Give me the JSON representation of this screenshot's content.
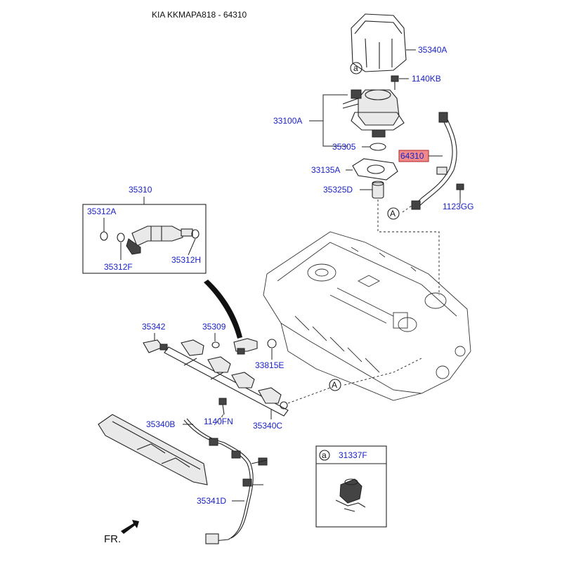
{
  "header": {
    "title": "KIA KKMAPA818 - 64310"
  },
  "callouts": {
    "c35340A": "35340A",
    "c1140KB": "1140KB",
    "c33100A": "33100A",
    "c35305": "35305",
    "c64310": "64310",
    "c33135A": "33135A",
    "c35325D": "35325D",
    "c1123GG": "1123GG",
    "c35310": "35310",
    "c35312A": "35312A",
    "c35312F": "35312F",
    "c35312H": "35312H",
    "c35342": "35342",
    "c35309": "35309",
    "c33815E": "33815E",
    "c1140FN": "1140FN",
    "c35340B": "35340B",
    "c35340C": "35340C",
    "c35341D": "35341D",
    "c31337F": "31337F"
  },
  "markers": {
    "a_top": "a",
    "a_inset": "a",
    "A_right": "A",
    "A_left": "A"
  },
  "front_label": "FR.",
  "colors": {
    "callout_text": "#1a22c8",
    "highlight_fill": "#f08a8a",
    "line": "#222222"
  }
}
